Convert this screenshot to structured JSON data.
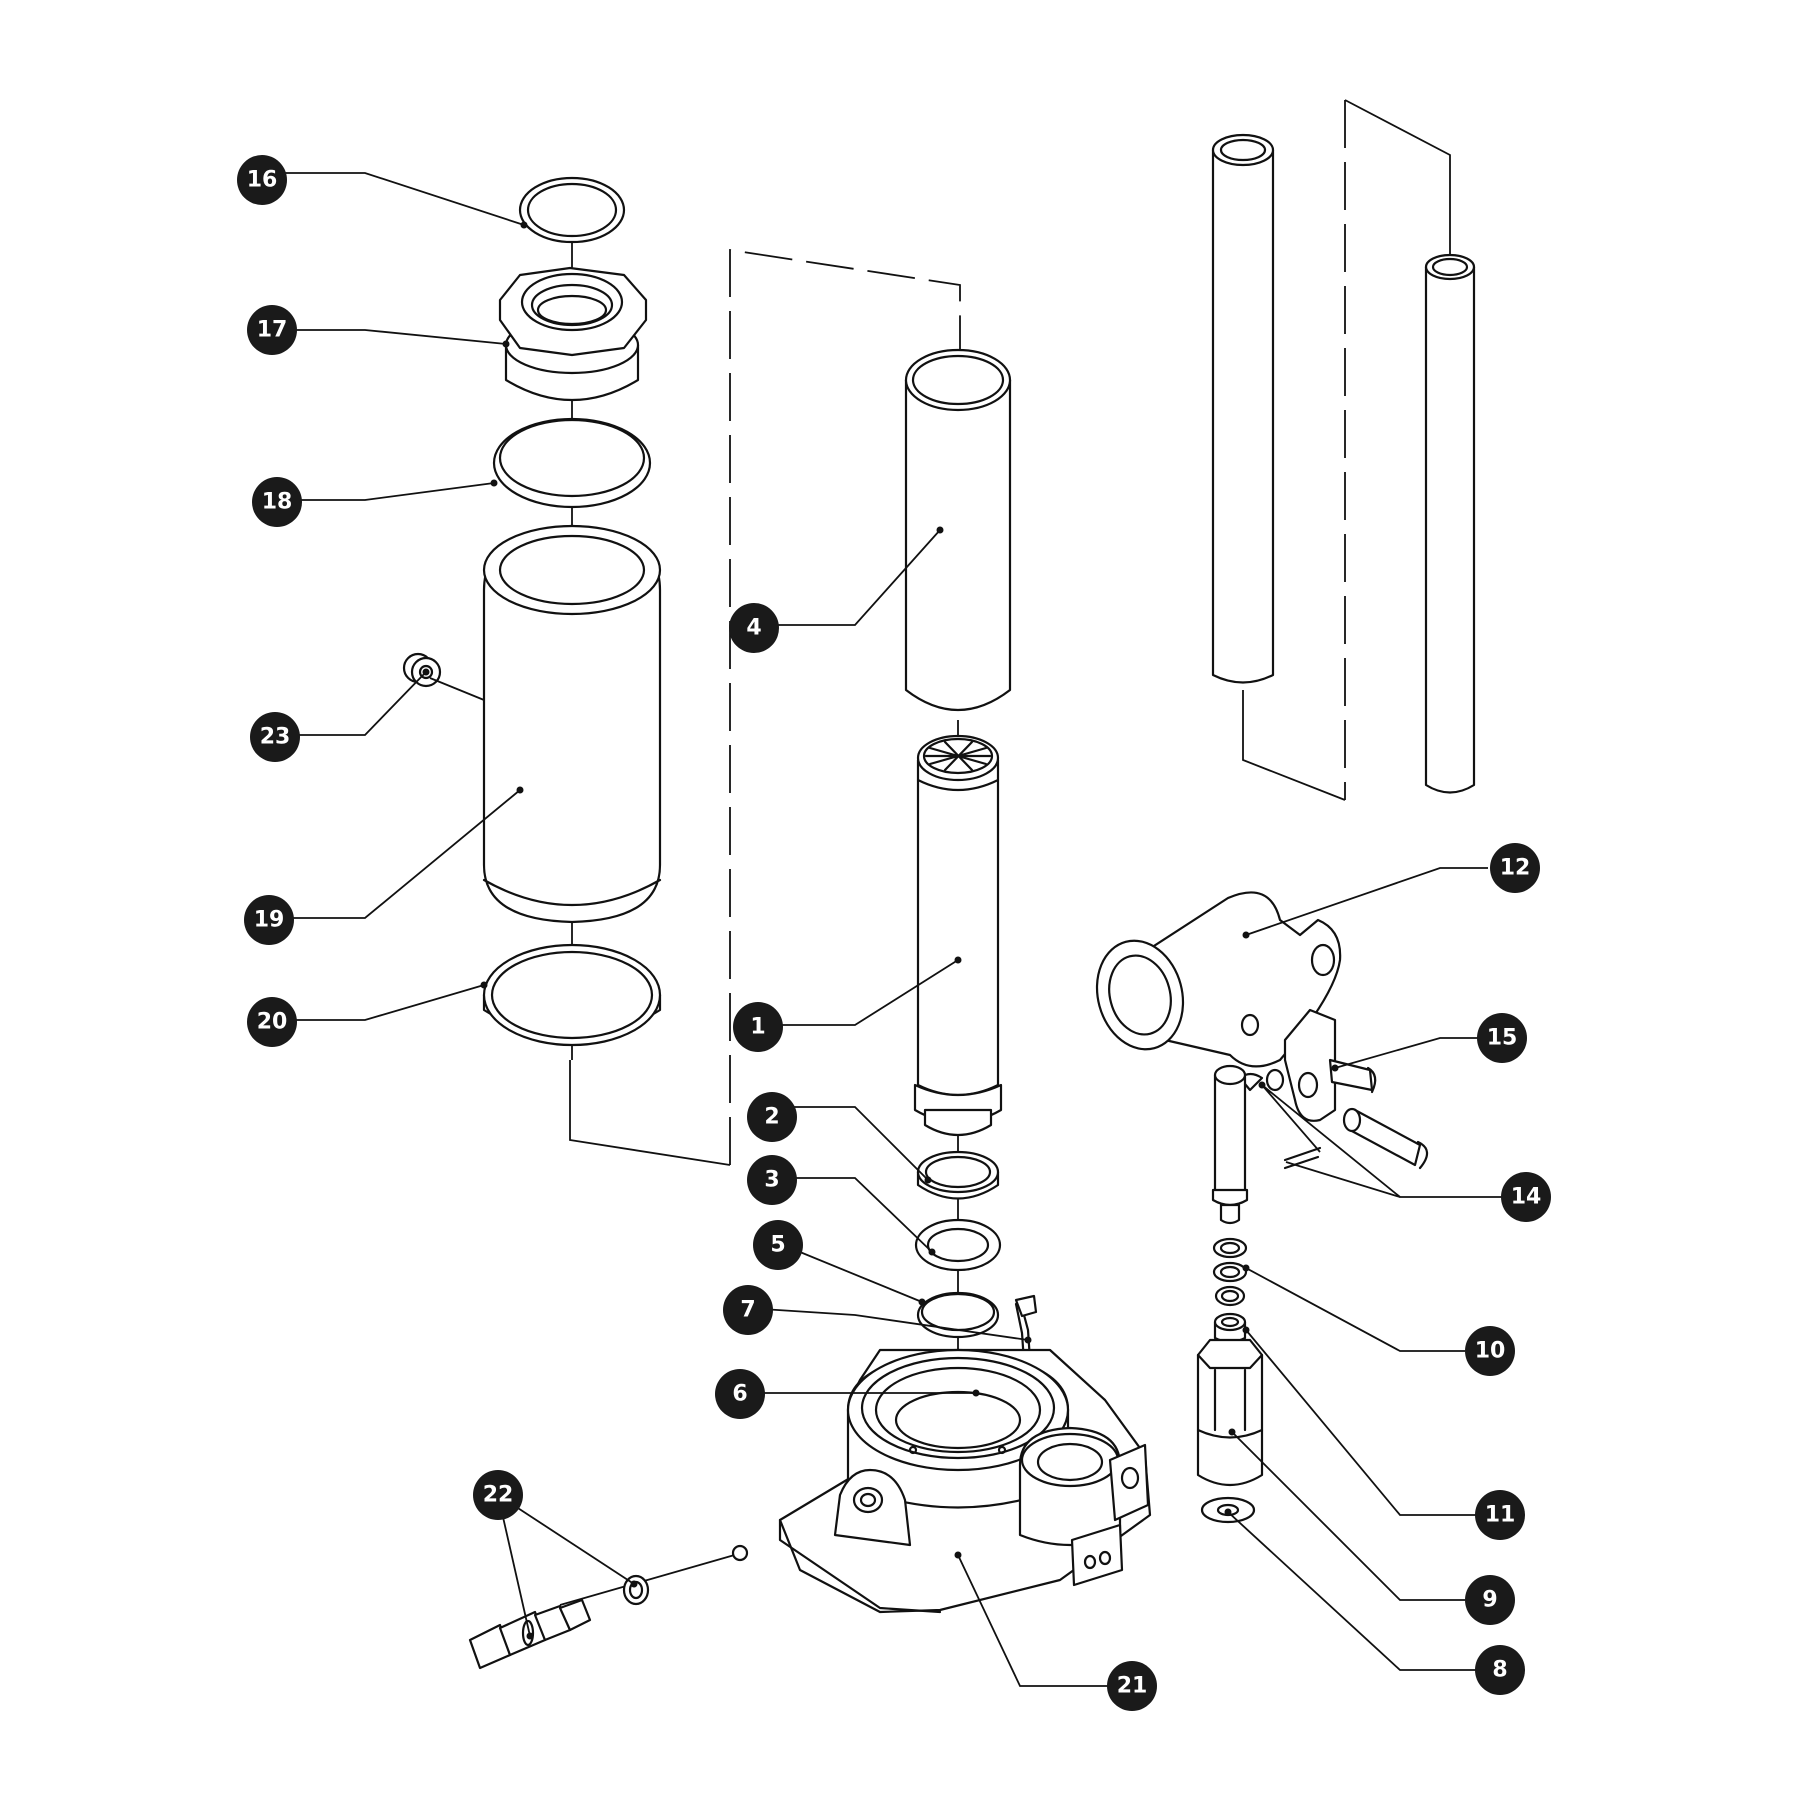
{
  "diagram": {
    "callouts": [
      {
        "id": "c1",
        "label": "1"
      },
      {
        "id": "c2",
        "label": "2"
      },
      {
        "id": "c3",
        "label": "3"
      },
      {
        "id": "c4",
        "label": "4"
      },
      {
        "id": "c5",
        "label": "5"
      },
      {
        "id": "c6",
        "label": "6"
      },
      {
        "id": "c7",
        "label": "7"
      },
      {
        "id": "c8",
        "label": "8"
      },
      {
        "id": "c9",
        "label": "9"
      },
      {
        "id": "c10",
        "label": "10"
      },
      {
        "id": "c11",
        "label": "11"
      },
      {
        "id": "c12",
        "label": "12"
      },
      {
        "id": "c14",
        "label": "14"
      },
      {
        "id": "c15",
        "label": "15"
      },
      {
        "id": "c16",
        "label": "16"
      },
      {
        "id": "c17",
        "label": "17"
      },
      {
        "id": "c18",
        "label": "18"
      },
      {
        "id": "c19",
        "label": "19"
      },
      {
        "id": "c20",
        "label": "20"
      },
      {
        "id": "c21",
        "label": "21"
      },
      {
        "id": "c22",
        "label": "22"
      },
      {
        "id": "c23",
        "label": "23"
      }
    ]
  }
}
